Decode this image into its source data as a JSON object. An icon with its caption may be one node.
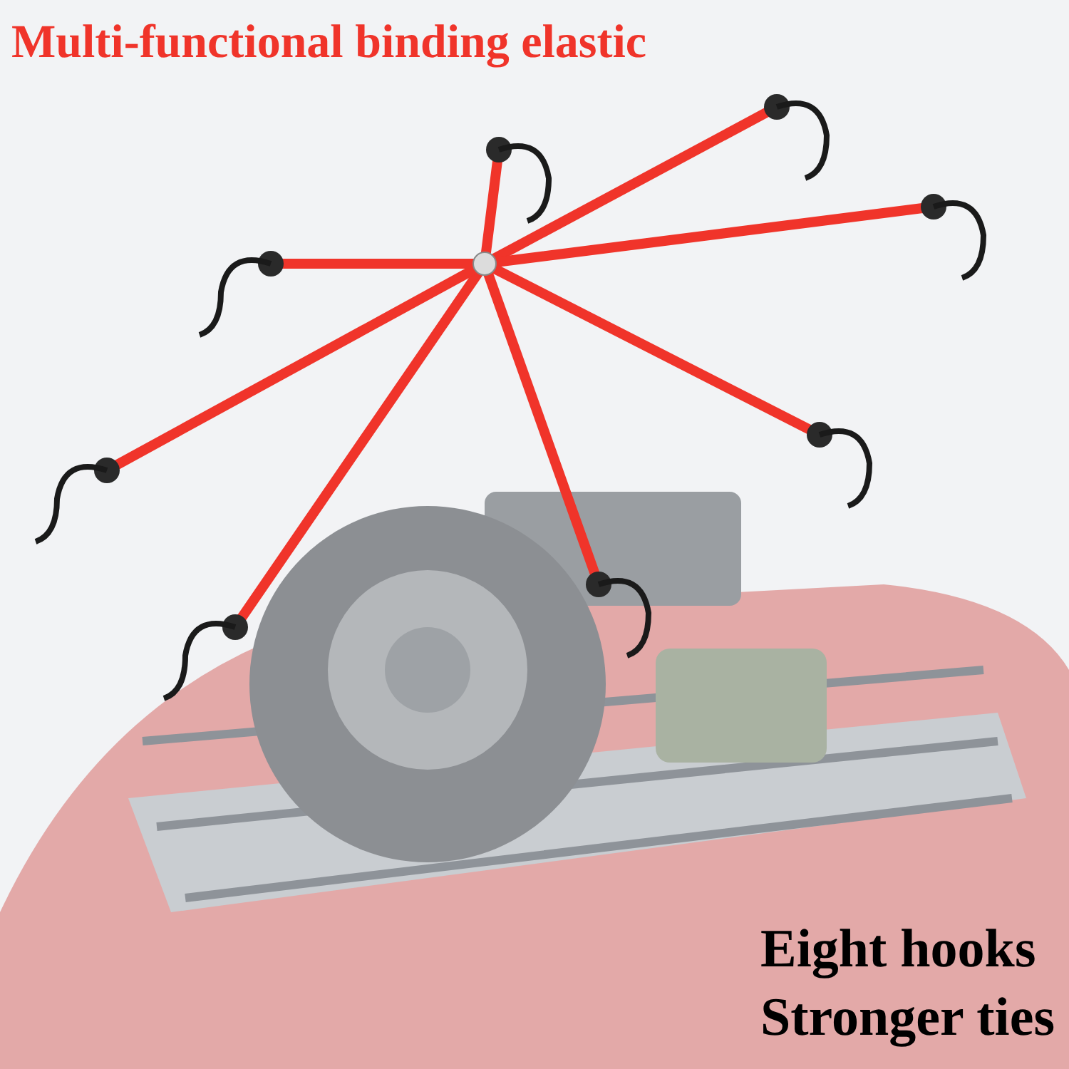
{
  "diagram": {
    "title": "Multi-functional binding elastic",
    "labels": [
      "Eight hooks",
      "Stronger ties"
    ]
  }
}
